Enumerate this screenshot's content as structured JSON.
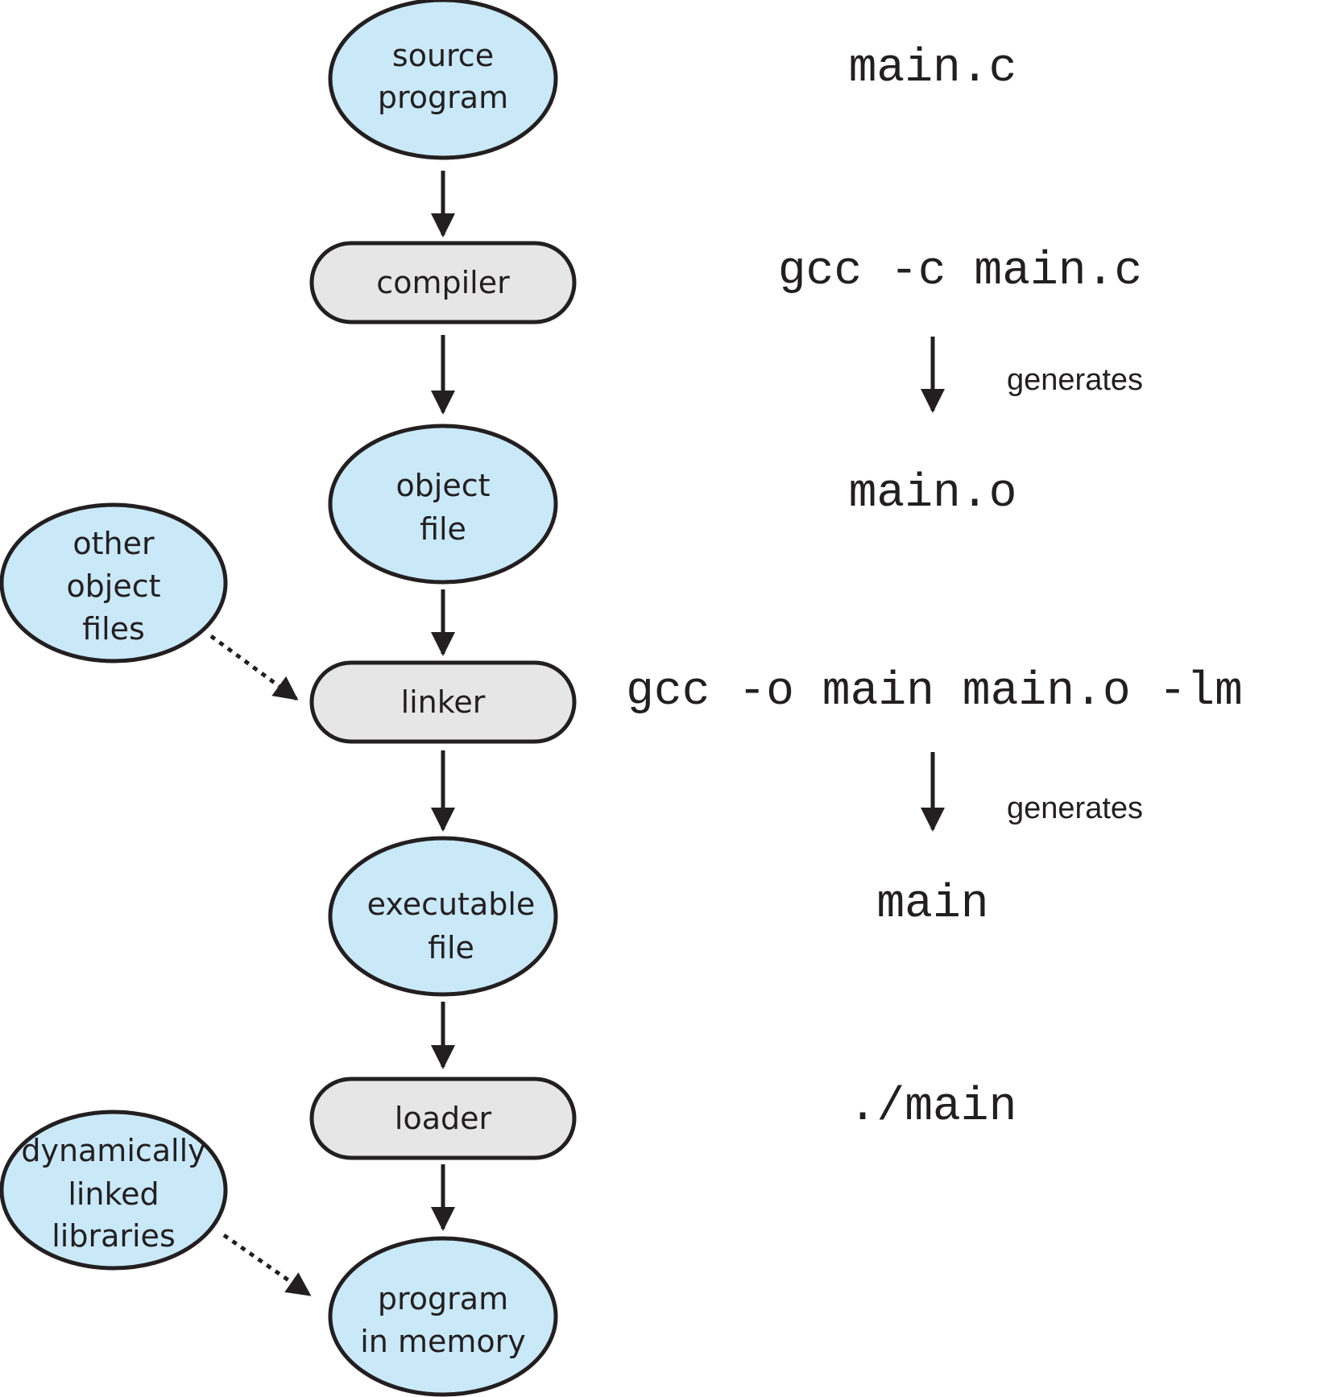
{
  "colors": {
    "ellipse_fill": "#c9e8f8",
    "pill_fill": "#e6e6e6",
    "stroke": "#231f20",
    "text": "#231f20"
  },
  "nodes": {
    "source_program": {
      "shape": "ellipse",
      "lines": [
        "source",
        "program"
      ]
    },
    "compiler": {
      "shape": "pill",
      "lines": [
        "compiler"
      ]
    },
    "object_file": {
      "shape": "ellipse",
      "lines": [
        "object",
        "file"
      ]
    },
    "other_object_files": {
      "shape": "ellipse",
      "lines": [
        "other",
        "object",
        "files"
      ]
    },
    "linker": {
      "shape": "pill",
      "lines": [
        "linker"
      ]
    },
    "executable_file": {
      "shape": "ellipse",
      "lines": [
        "executable",
        "file"
      ]
    },
    "loader": {
      "shape": "pill",
      "lines": [
        "loader"
      ]
    },
    "dynamically_linked_libraries": {
      "shape": "ellipse",
      "lines": [
        "dynamically",
        "linked",
        "libraries"
      ]
    },
    "program_in_memory": {
      "shape": "ellipse",
      "lines": [
        "program",
        "in memory"
      ]
    }
  },
  "edges": [
    {
      "from": "source_program",
      "to": "compiler",
      "style": "solid"
    },
    {
      "from": "compiler",
      "to": "object_file",
      "style": "solid"
    },
    {
      "from": "object_file",
      "to": "linker",
      "style": "solid"
    },
    {
      "from": "other_object_files",
      "to": "linker",
      "style": "dotted"
    },
    {
      "from": "linker",
      "to": "executable_file",
      "style": "solid"
    },
    {
      "from": "executable_file",
      "to": "loader",
      "style": "solid"
    },
    {
      "from": "loader",
      "to": "program_in_memory",
      "style": "solid"
    },
    {
      "from": "dynamically_linked_libraries",
      "to": "program_in_memory",
      "style": "dotted"
    }
  ],
  "commands": {
    "main_c": "main.c",
    "gcc_compile": "gcc -c main.c",
    "generates_1": "generates",
    "main_o": "main.o",
    "gcc_link": "gcc -o main main.o -lm",
    "generates_2": "generates",
    "main": "main",
    "run_main": "./main"
  }
}
